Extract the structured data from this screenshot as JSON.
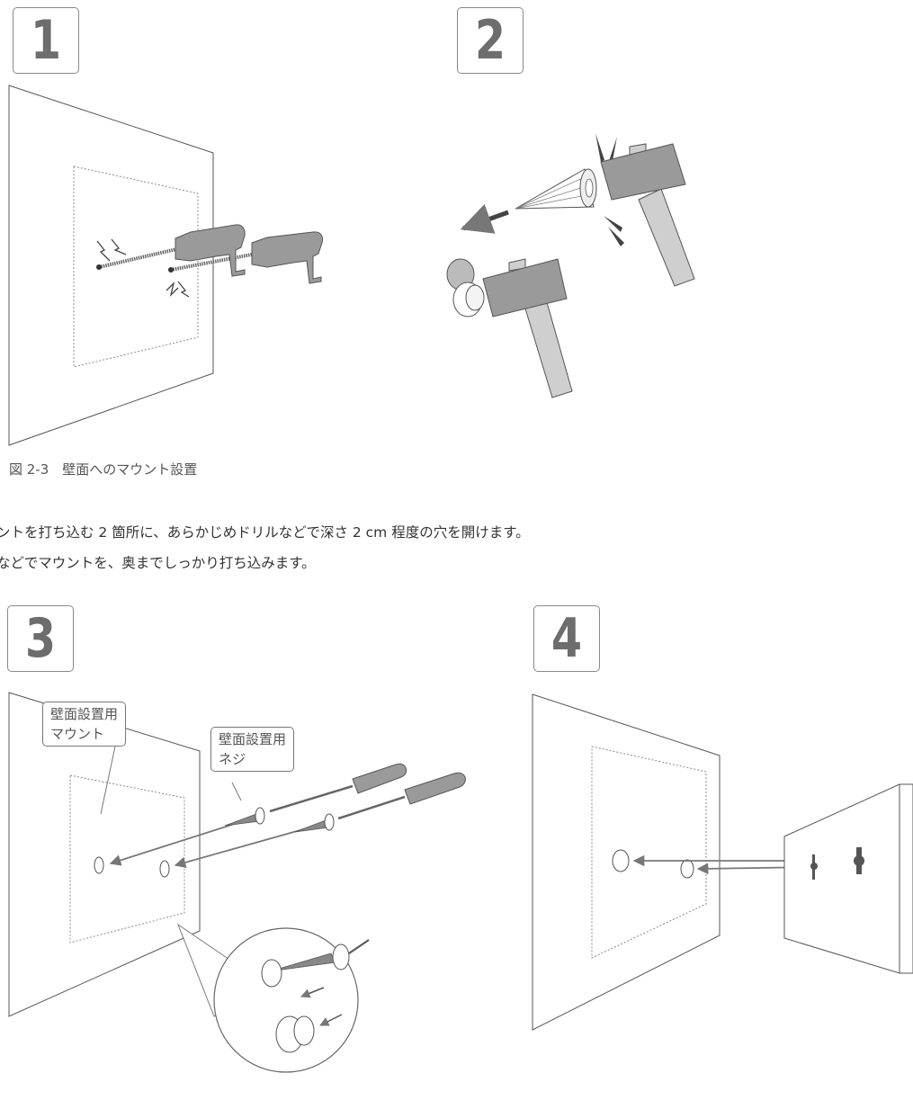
{
  "steps": [
    "1",
    "2",
    "3",
    "4"
  ],
  "figure_caption": "図 2-3　壁面へのマウント設置",
  "instructions": [
    "ントを打ち込む 2 箇所に、あらかじめドリルなどで深さ 2 cm 程度の穴を開けます。",
    "などでマウントを、奥までしっかり打ち込みます。"
  ],
  "callouts": {
    "mount_line1": "壁面設置用",
    "mount_line2": "マウント",
    "screw_line1": "壁面設置用",
    "screw_line2": "ネジ"
  },
  "colors": {
    "line": "#555555",
    "tool_fill": "#9a9a9a",
    "tool_light": "#cfcfcf",
    "number": "#6d6d6d"
  }
}
